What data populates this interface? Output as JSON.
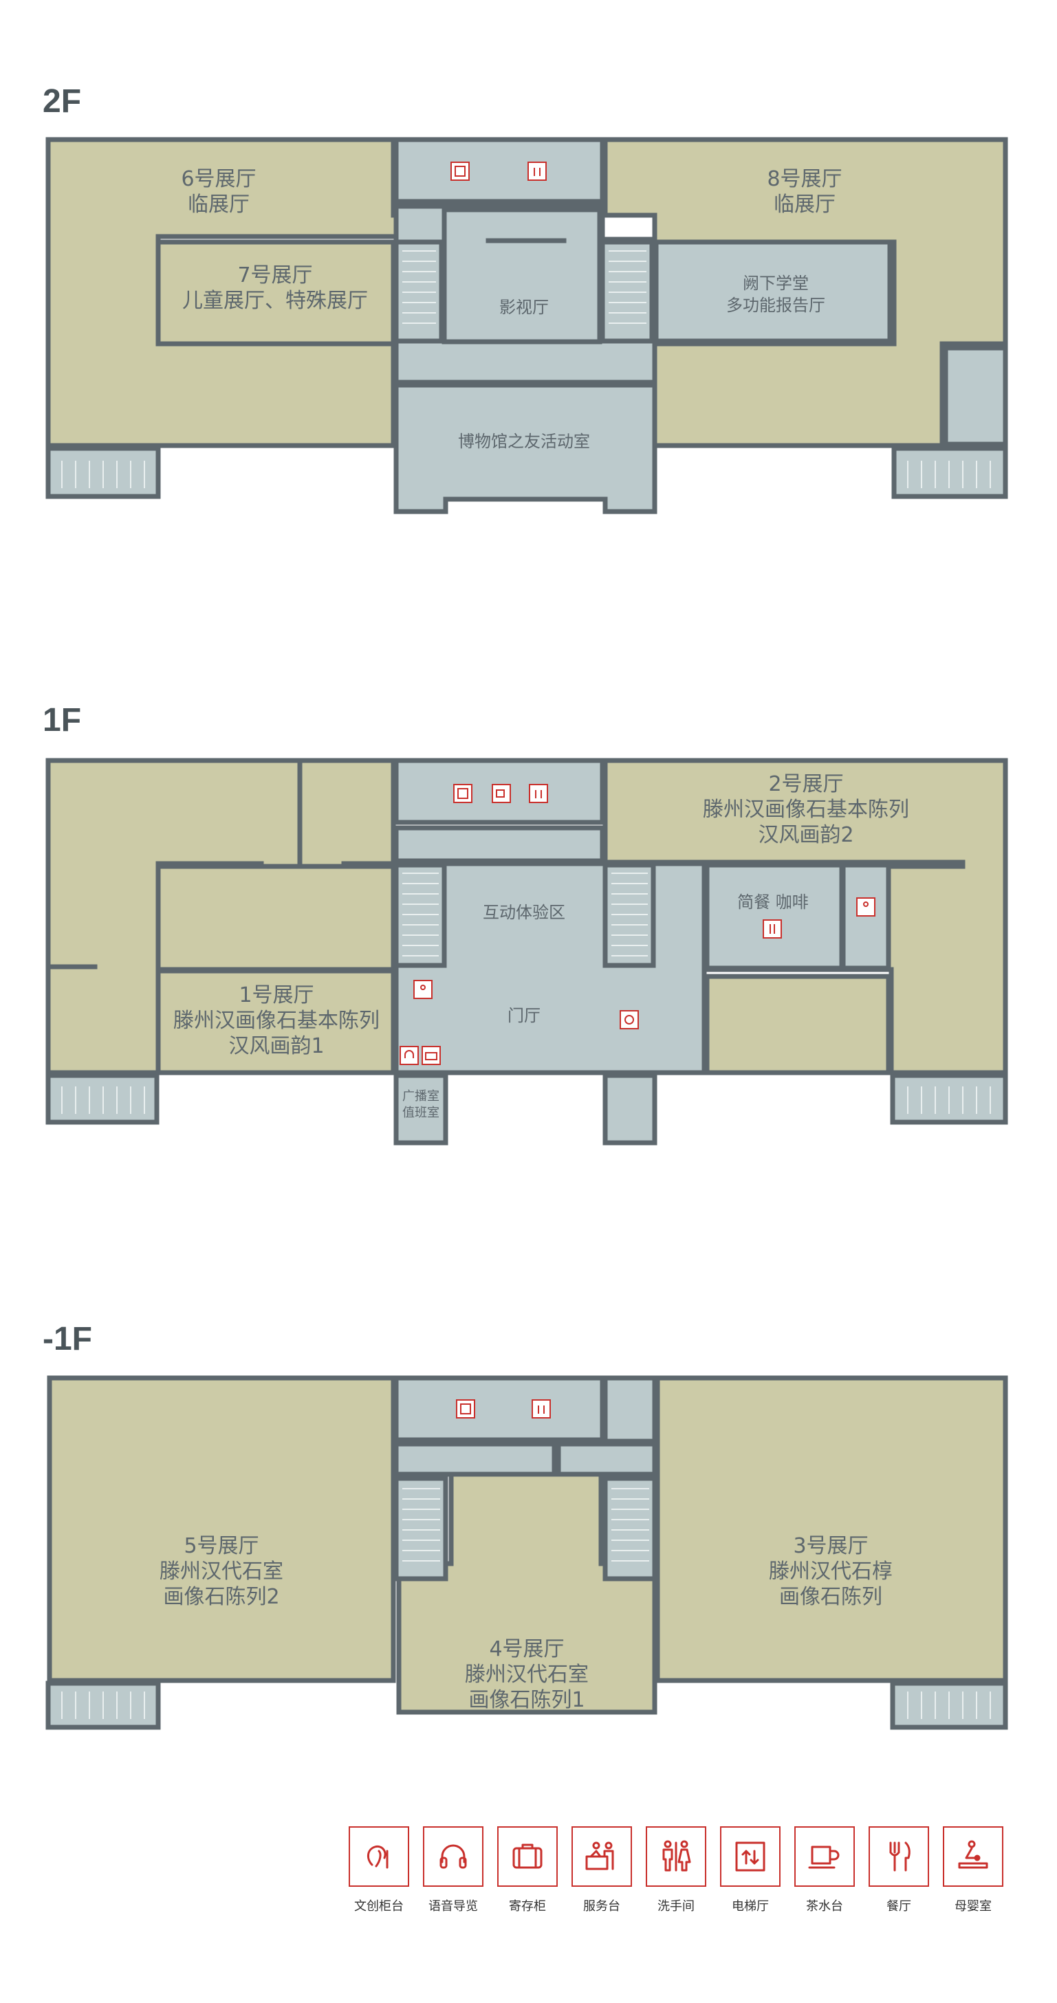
{
  "colors": {
    "hall": "#cccba7",
    "room": "#bccacc",
    "wall": "#5d676d",
    "icon": "#c9302c"
  },
  "floors": {
    "f2": {
      "label": "2F",
      "hall6": [
        "6号展厅",
        "临展厅"
      ],
      "hall7": [
        "7号展厅",
        "儿童展厅、特殊展厅"
      ],
      "hall8": [
        "8号展厅",
        "临展厅"
      ],
      "cinema": "影视厅",
      "lecture": [
        "阙下学堂",
        "多功能报告厅"
      ],
      "friends": "博物馆之友活动室"
    },
    "f1": {
      "label": "1F",
      "hall1": [
        "1号展厅",
        "滕州汉画像石基本陈列",
        "汉风画韵1"
      ],
      "hall2": [
        "2号展厅",
        "滕州汉画像石基本陈列",
        "汉风画韵2"
      ],
      "interactive": "互动体验区",
      "lobby": "门厅",
      "cafe": "简餐 咖啡",
      "broadcast": [
        "广播室",
        "值班室"
      ]
    },
    "fb1": {
      "label": "-1F",
      "hall5": [
        "5号展厅",
        "滕州汉代石室",
        "画像石陈列2"
      ],
      "hall3": [
        "3号展厅",
        "滕州汉代石椁",
        "画像石陈列"
      ],
      "hall4": [
        "4号展厅",
        "滕州汉代石室",
        "画像石陈列1"
      ]
    }
  },
  "legend": [
    {
      "icon": "cultural-counter-icon",
      "label": "文创柜台"
    },
    {
      "icon": "audio-guide-icon",
      "label": "语音导览"
    },
    {
      "icon": "locker-icon",
      "label": "寄存柜"
    },
    {
      "icon": "service-desk-icon",
      "label": "服务台"
    },
    {
      "icon": "restroom-icon",
      "label": "洗手间"
    },
    {
      "icon": "elevator-icon",
      "label": "电梯厅"
    },
    {
      "icon": "tea-icon",
      "label": "茶水台"
    },
    {
      "icon": "restaurant-icon",
      "label": "餐厅"
    },
    {
      "icon": "nursery-icon",
      "label": "母婴室"
    }
  ]
}
